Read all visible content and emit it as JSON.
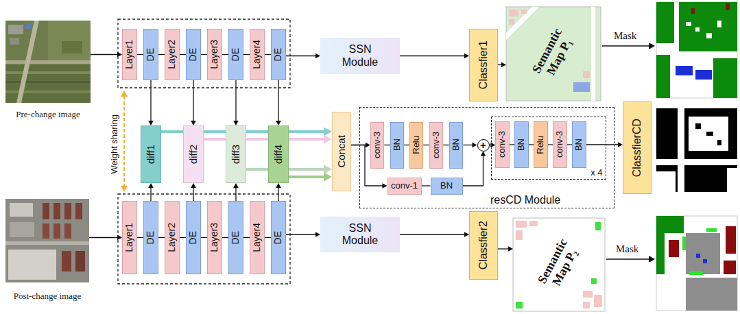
{
  "diagram": {
    "nodes": [
      {
        "text": [
          "Pre-change image"
        ]
      },
      {
        "text": [
          "Layer1"
        ]
      },
      {
        "text": [
          "DE"
        ]
      },
      {
        "text": [
          "Layer2"
        ]
      },
      {
        "text": [
          "DE"
        ]
      },
      {
        "text": [
          "Layer3"
        ]
      },
      {
        "text": [
          "DE"
        ]
      },
      {
        "text": [
          "Layer4"
        ]
      },
      {
        "text": [
          "DE"
        ]
      },
      {
        "text": [
          "SSN Module"
        ]
      },
      {
        "text": [
          "Classfier1"
        ]
      },
      {
        "text": [
          "Semantic Map P₁"
        ]
      },
      {
        "text": [
          "diff1"
        ]
      },
      {
        "text": [
          "diff2"
        ]
      },
      {
        "text": [
          "diff3"
        ]
      },
      {
        "text": [
          "diff4"
        ]
      },
      {
        "text": [
          "Concat"
        ]
      },
      {
        "text": [
          "resCD Module"
        ]
      },
      {
        "text": [
          "conv-3"
        ],
        "in": 17
      },
      {
        "text": [
          "BN"
        ],
        "in": 17
      },
      {
        "text": [
          "Relu"
        ],
        "in": 17
      },
      {
        "text": [
          "conv-3"
        ],
        "in": 17
      },
      {
        "text": [
          "BN"
        ],
        "in": 17
      },
      {
        "text": [
          "+"
        ],
        "in": 17
      },
      {
        "text": [
          "x 4"
        ],
        "in": 17
      },
      {
        "text": [
          "conv-3"
        ],
        "in": 24
      },
      {
        "text": [
          "BN"
        ],
        "in": 24
      },
      {
        "text": [
          "Relu"
        ],
        "in": 24
      },
      {
        "text": [
          "conv-3"
        ],
        "in": 24
      },
      {
        "text": [
          "BN"
        ],
        "in": 24
      },
      {
        "text": [
          "conv-1"
        ],
        "in": 17
      },
      {
        "text": [
          "BN"
        ],
        "in": 17
      },
      {
        "text": [
          "ClassfierCD"
        ]
      },
      {
        "text": [
          "Post-change image"
        ]
      },
      {
        "text": [
          "Layer1"
        ]
      },
      {
        "text": [
          "DE"
        ]
      },
      {
        "text": [
          "Layer2"
        ]
      },
      {
        "text": [
          "DE"
        ]
      },
      {
        "text": [
          "Layer3"
        ]
      },
      {
        "text": [
          "DE"
        ]
      },
      {
        "text": [
          "Layer4"
        ]
      },
      {
        "text": [
          "DE"
        ]
      },
      {
        "text": [
          "SSN Module"
        ]
      },
      {
        "text": [
          "Classfier2"
        ]
      },
      {
        "text": [
          "Semantic Map P₂"
        ]
      }
    ],
    "edges": [
      {
        "from": 0,
        "to": 1,
        "arrow": "to"
      },
      {
        "from": 1,
        "to": 2,
        "arrow": "none"
      },
      {
        "from": 2,
        "to": 3,
        "arrow": "none"
      },
      {
        "from": 3,
        "to": 4,
        "arrow": "none"
      },
      {
        "from": 4,
        "to": 5,
        "arrow": "none"
      },
      {
        "from": 5,
        "to": 6,
        "arrow": "none"
      },
      {
        "from": 6,
        "to": 7,
        "arrow": "none"
      },
      {
        "from": 7,
        "to": 8,
        "arrow": "none"
      },
      {
        "from": 8,
        "to": 9,
        "arrow": "to"
      },
      {
        "from": 9,
        "to": 10,
        "arrow": "to"
      },
      {
        "from": 10,
        "to": 11,
        "arrow": "to"
      },
      {
        "from": 2,
        "to": 12,
        "arrow": "to"
      },
      {
        "from": 4,
        "to": 13,
        "arrow": "to"
      },
      {
        "from": 6,
        "to": 14,
        "arrow": "to"
      },
      {
        "from": 8,
        "to": 15,
        "arrow": "to"
      },
      {
        "from": 35,
        "to": 12,
        "arrow": "to"
      },
      {
        "from": 37,
        "to": 13,
        "arrow": "to"
      },
      {
        "from": 39,
        "to": 14,
        "arrow": "to"
      },
      {
        "from": 41,
        "to": 15,
        "arrow": "to"
      },
      {
        "from": 12,
        "to": 16,
        "arrow": "to"
      },
      {
        "from": 13,
        "to": 16,
        "arrow": "to"
      },
      {
        "from": 14,
        "to": 16,
        "arrow": "to"
      },
      {
        "from": 15,
        "to": 16,
        "arrow": "to"
      },
      {
        "from": 16,
        "to": 18,
        "arrow": "to"
      },
      {
        "from": 16,
        "to": 30,
        "arrow": "to"
      },
      {
        "from": 18,
        "to": 19,
        "arrow": "none"
      },
      {
        "from": 19,
        "to": 20,
        "arrow": "none"
      },
      {
        "from": 20,
        "to": 21,
        "arrow": "none"
      },
      {
        "from": 21,
        "to": 22,
        "arrow": "none"
      },
      {
        "from": 22,
        "to": 23,
        "arrow": "to"
      },
      {
        "from": 30,
        "to": 31,
        "arrow": "none"
      },
      {
        "from": 31,
        "to": 23,
        "arrow": "to"
      },
      {
        "from": 23,
        "to": 25,
        "arrow": "to"
      },
      {
        "from": 25,
        "to": 26,
        "arrow": "none"
      },
      {
        "from": 26,
        "to": 27,
        "arrow": "none"
      },
      {
        "from": 27,
        "to": 28,
        "arrow": "none"
      },
      {
        "from": 28,
        "to": 29,
        "arrow": "none"
      },
      {
        "from": 29,
        "to": 32,
        "arrow": "to"
      },
      {
        "from": 33,
        "to": 34,
        "arrow": "to"
      },
      {
        "from": 34,
        "to": 35,
        "arrow": "none"
      },
      {
        "from": 35,
        "to": 36,
        "arrow": "none"
      },
      {
        "from": 36,
        "to": 37,
        "arrow": "none"
      },
      {
        "from": 37,
        "to": 38,
        "arrow": "none"
      },
      {
        "from": 38,
        "to": 39,
        "arrow": "none"
      },
      {
        "from": 39,
        "to": 40,
        "arrow": "none"
      },
      {
        "from": 40,
        "to": 41,
        "arrow": "none"
      },
      {
        "from": 41,
        "to": 42,
        "arrow": "to"
      },
      {
        "from": 42,
        "to": 43,
        "arrow": "to"
      },
      {
        "from": 43,
        "to": 44,
        "arrow": "to"
      }
    ],
    "labels": [
      "Weight sharing",
      "Mask",
      "Mask"
    ]
  }
}
